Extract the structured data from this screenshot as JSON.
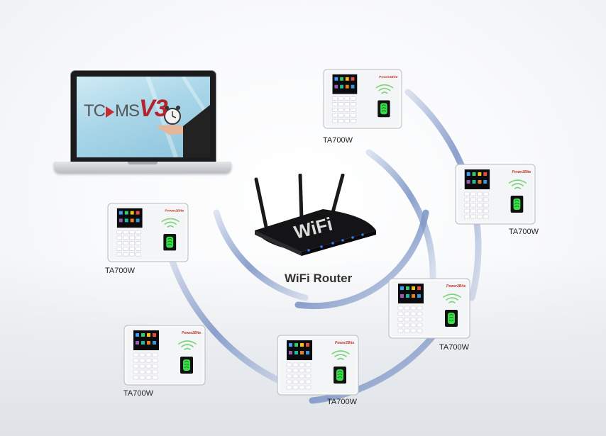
{
  "laptop": {
    "screen_logo": {
      "prefix": "TC",
      "middle": "MS",
      "version": "V",
      "number": "3"
    }
  },
  "router": {
    "label": "WiFi Router",
    "case_text": "WiFi"
  },
  "devices": [
    {
      "label": "TA700W",
      "brand": "Power2Bite"
    },
    {
      "label": "TA700W",
      "brand": "Power2Bite"
    },
    {
      "label": "TA700W",
      "brand": "Power2Bite"
    },
    {
      "label": "TA700W",
      "brand": "Power2Bite"
    },
    {
      "label": "TA700W",
      "brand": "Power2Bite"
    },
    {
      "label": "TA700W",
      "brand": "Power2Bite"
    }
  ],
  "colors": {
    "signal_arc": "#7f97c7",
    "device_body": "#f4f5f6",
    "router_body": "#141416",
    "router_led": "#2a7fff",
    "fingerprint": "#3bdc4a"
  }
}
